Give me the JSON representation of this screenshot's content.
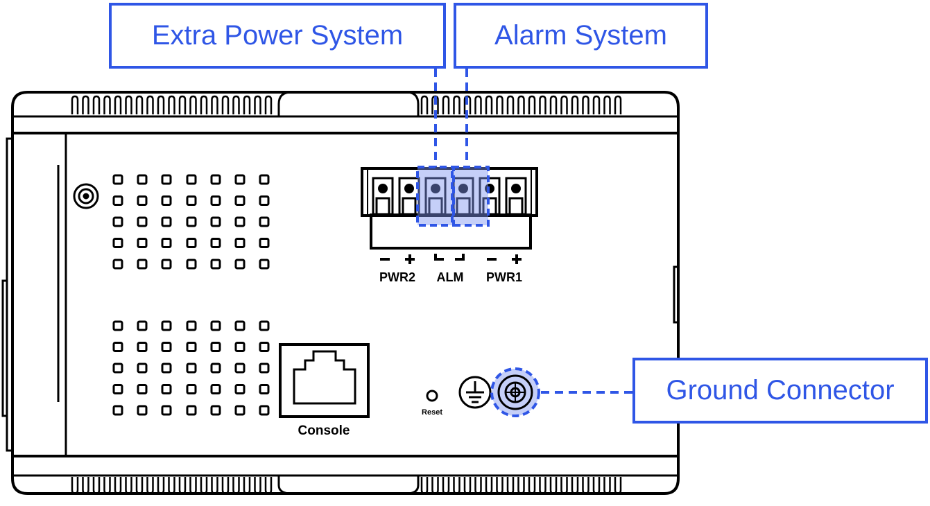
{
  "callouts": {
    "extra_power": "Extra Power System",
    "alarm": "Alarm System",
    "ground": "Ground Connector"
  },
  "device": {
    "terminal_labels": {
      "pwr2": "PWR2",
      "alm": "ALM",
      "pwr1": "PWR1"
    },
    "console_label": "Console",
    "reset_label": "Reset"
  },
  "colors": {
    "accent": "#2f56e6",
    "outline": "#000000",
    "highlight_fill": "#7f95f0"
  }
}
